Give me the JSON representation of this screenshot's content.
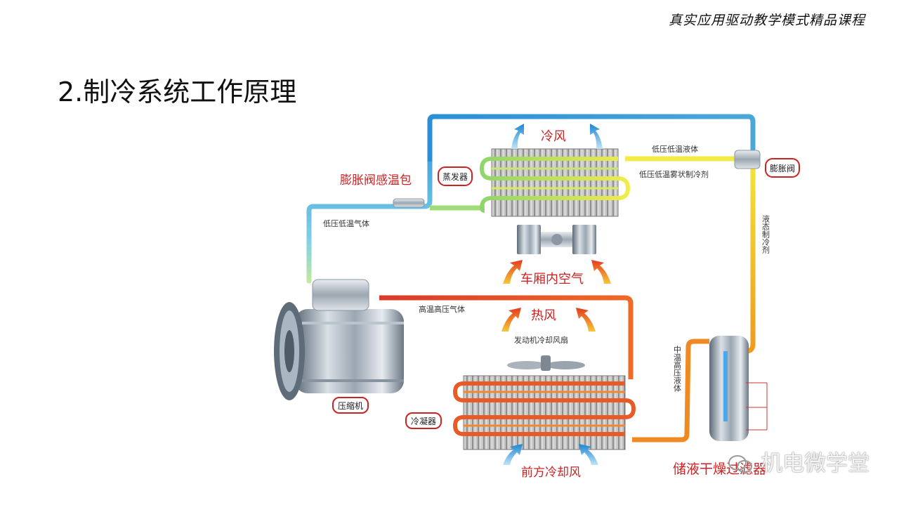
{
  "header": {
    "course_tag": "真实应用驱动教学模式精品课程"
  },
  "slide": {
    "title": "2.制冷系统工作原理"
  },
  "diagram": {
    "boxed_labels": {
      "evaporator": "蒸发器",
      "expansion_valve": "膨胀阀",
      "compressor": "压缩机",
      "condenser": "冷凝器"
    },
    "red_labels": {
      "cold_wind": "冷风",
      "expansion_valve_bulb": "膨胀阀感温包",
      "cabin_air": "车厢内空气",
      "hot_wind": "热风",
      "front_cooling_wind": "前方冷却风",
      "receiver_drier": "储液干燥过滤器"
    },
    "flow_labels": {
      "low_p_low_t_liquid": "低压低温液体",
      "low_p_low_t_mist": "低压低温雾状制冷剂",
      "low_p_low_t_gas": "低压低温气体",
      "high_t_high_p_gas": "高温高压气体",
      "engine_fan": "发动机冷却风扇",
      "liquid_refrigerant": "液态制冷剂",
      "mid_t_high_p_liquid": "中温高压液体"
    },
    "colors": {
      "cold_line": "#2b8fd6",
      "hot_line": "#e8532a",
      "warm_line": "#f2a21e",
      "yellow_line": "#f5e23a",
      "label_red": "#cc2222"
    }
  },
  "watermark": {
    "text": "机电微学堂"
  }
}
